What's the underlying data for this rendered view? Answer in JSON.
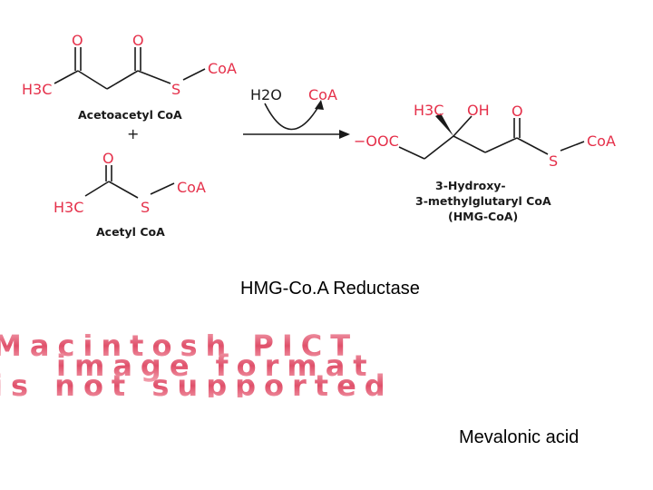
{
  "reaction": {
    "acetoacetyl": {
      "o_left": "O",
      "o_right": "O",
      "h3c": "H3C",
      "s": "S",
      "coa": "CoA",
      "label": "Acetoacetyl CoA"
    },
    "plus": "+",
    "acetyl": {
      "o": "O",
      "h3c": "H3C",
      "s": "S",
      "coa": "CoA",
      "label": "Acetyl CoA"
    },
    "arrow": {
      "in": "H2O",
      "out": "CoA"
    },
    "hmg": {
      "ooc": "−OOC",
      "h3c": "H3C",
      "oh": "OH",
      "o": "O",
      "s": "S",
      "coa": "CoA",
      "label_line1": "3-Hydroxy-",
      "label_line2": "3-methylglutaryl CoA",
      "label_line3": "(HMG-CoA)"
    }
  },
  "enzyme_label": "HMG-Co.A Reductase",
  "placeholder_image": {
    "line1": "Macintosh PICT",
    "line2": "image format",
    "line3": "is not supported"
  },
  "product_label": "Mevalonic acid",
  "colors": {
    "atom_red": "#e5304a",
    "pict_red": "#e0506a"
  }
}
